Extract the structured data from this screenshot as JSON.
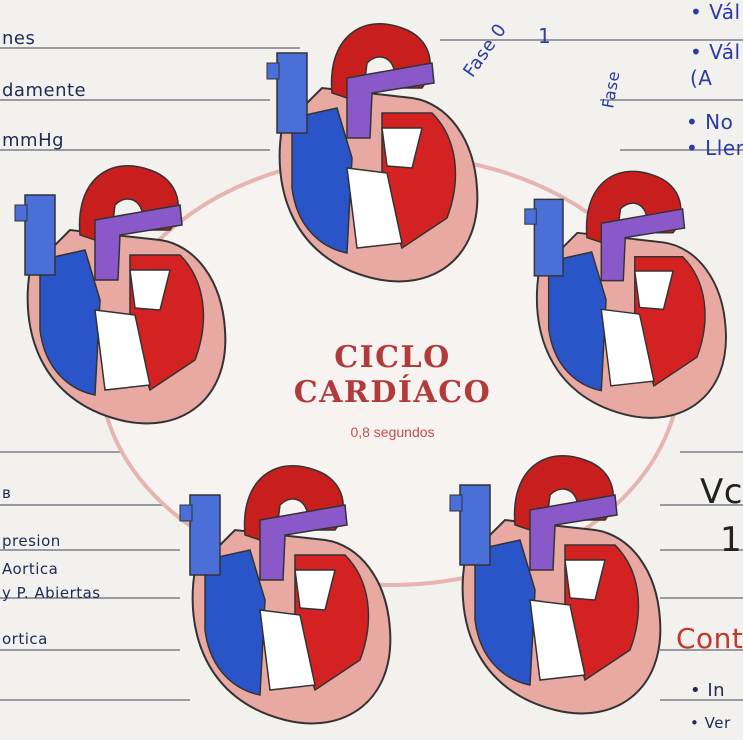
{
  "title": "CICLO CARDÍACO",
  "subtitle": "0,8 segundos",
  "colors": {
    "paper": "#f3f1ee",
    "rule_line": "#9a9aa4",
    "aorta_red": "#c81e1e",
    "venous_blue": "#2a55c8",
    "pulmonary_purple": "#8a58c8",
    "myocardium_pink": "#e8a9a2",
    "ring_pink": "#e6b5b0"
  },
  "left_margin_notes": [
    "nes",
    "damente",
    "mmHg",
    "ʙ",
    "presion",
    "Aortica",
    "y P. Abiertas",
    "ortica"
  ],
  "right_margin_notes": [
    "• Vál",
    "• Vál",
    "(A",
    "• No",
    "• Llen",
    "Vc",
    "1.",
    "Cont",
    "• In",
    "• Ver"
  ],
  "handwritten_labels": [
    "Fase 0",
    "1",
    "Fase"
  ]
}
